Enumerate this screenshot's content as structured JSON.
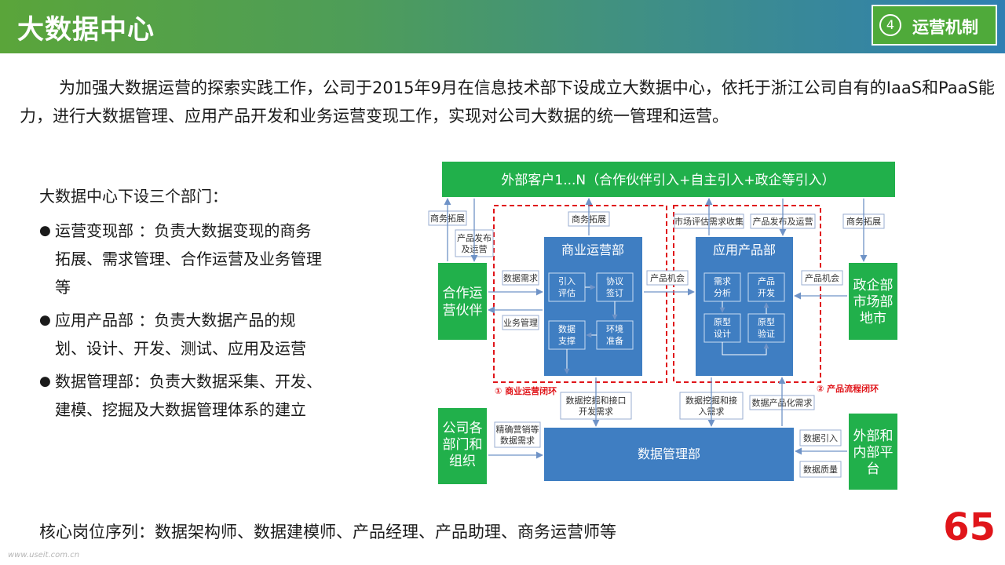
{
  "header": {
    "title": "大数据中心",
    "badge_num": "4",
    "badge_label": "运营机制"
  },
  "intro": "为加强大数据运营的探索实践工作，公司于2015年9月在信息技术部下设成立大数据中心，依托于浙江公司自有的IaaS和PaaS能力，进行大数据管理、应用产品开发和业务运营变现工作，实现对公司大数据的统一管理和运营。",
  "left": {
    "subtitle": "大数据中心下设三个部门：",
    "items": [
      "运营变现部 ：负责大数据变现的商务拓展、需求管理、合作运营及业务管理等",
      "应用产品部 ：负责大数据产品的规划、设计、开发、测试、应用及运营",
      "数据管理部：负责大数据采集、开发、建模、挖掘及大数据管理体系的建立"
    ]
  },
  "diagram": {
    "top": "外部客户1...N（合作伙伴引入+自主引入+政企等引入）",
    "partner": "合作运营伙伴",
    "gov": "政企部市场部地市",
    "company": "公司各部门和组织",
    "ext": "外部和内部平台",
    "biz": "商业运营部",
    "app": "应用产品部",
    "data": "数据管理部",
    "biz_intro": "引入评估",
    "biz_sign": "协议签订",
    "biz_support": "数据支撑",
    "biz_env": "环境准备",
    "app_req": "需求分析",
    "app_dev": "产品开发",
    "app_design": "原型设计",
    "app_verify": "原型验证",
    "l_biz_expand1": "商务拓展",
    "l_pub_op1": "产品发布及运营",
    "l_biz_expand2": "商务拓展",
    "l_market": "市场评估需求收集",
    "l_pub_op2": "产品发布及运营",
    "l_biz_expand3": "商务拓展",
    "l_data_need": "数据需求",
    "l_biz_mgmt": "业务管理",
    "l_prod_opp1": "产品机会",
    "l_prod_opp2": "产品机会",
    "l_mining1": "数据挖掘和接口开发需求",
    "l_mining2": "数据挖掘和接入需求",
    "l_productize": "数据产品化需求",
    "l_precise": "精确营销等数据需求",
    "l_data_in": "数据引入",
    "l_data_quality": "数据质量",
    "loop1": "① 商业运营闭环",
    "loop2": "② 产品流程闭环"
  },
  "footer": "核心岗位序列：数据架构师、数据建模师、产品经理、产品助理、商务运营师等",
  "page_number": "65",
  "watermark": "www.useit.com.cn",
  "colors": {
    "green": "#21b04b",
    "blue": "#3f7ec2",
    "red": "#e0151a",
    "header_start": "#5aa53a",
    "header_end": "#2f7fb3"
  }
}
